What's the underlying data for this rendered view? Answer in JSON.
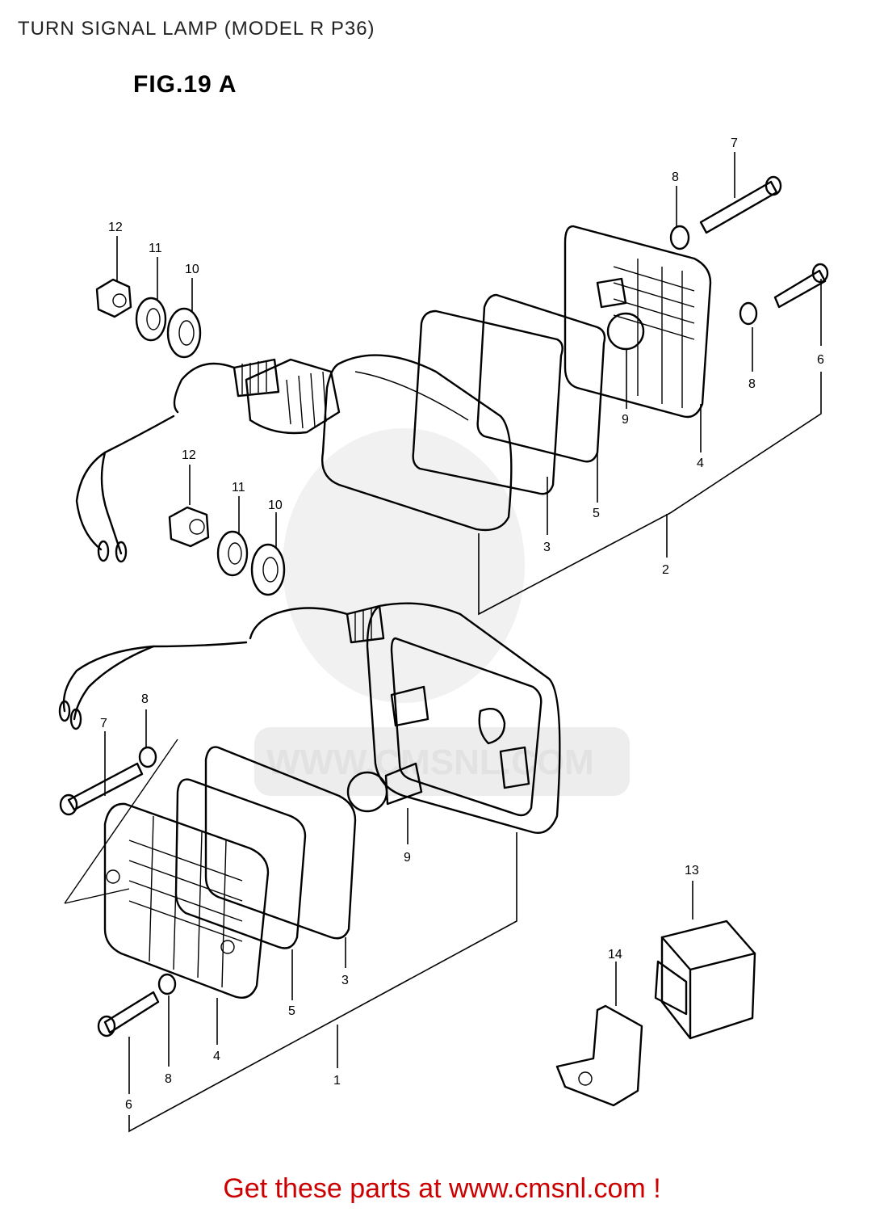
{
  "header": {
    "page_title": "TURN SIGNAL LAMP (MODEL R P36)",
    "figure_label": "FIG.19 A"
  },
  "callouts": {
    "c12a": "12",
    "c11a": "11",
    "c10a": "10",
    "c12b": "12",
    "c11b": "11",
    "c10b": "10",
    "c7a": "7",
    "c8a": "8",
    "c8b": "8",
    "c6a": "6",
    "c9a": "9",
    "c4a": "4",
    "c5a": "5",
    "c3a": "3",
    "c2": "2",
    "c8c": "8",
    "c7b": "7",
    "c9b": "9",
    "c13": "13",
    "c14": "14",
    "c3b": "3",
    "c5b": "5",
    "c4b": "4",
    "c8d": "8",
    "c6b": "6",
    "c1": "1"
  },
  "footer": {
    "text": "Get these parts at www.cmsnl.com !"
  },
  "colors": {
    "footer_text": "#cc0000",
    "line_art": "#000000",
    "watermark": "#e2e2e2"
  }
}
